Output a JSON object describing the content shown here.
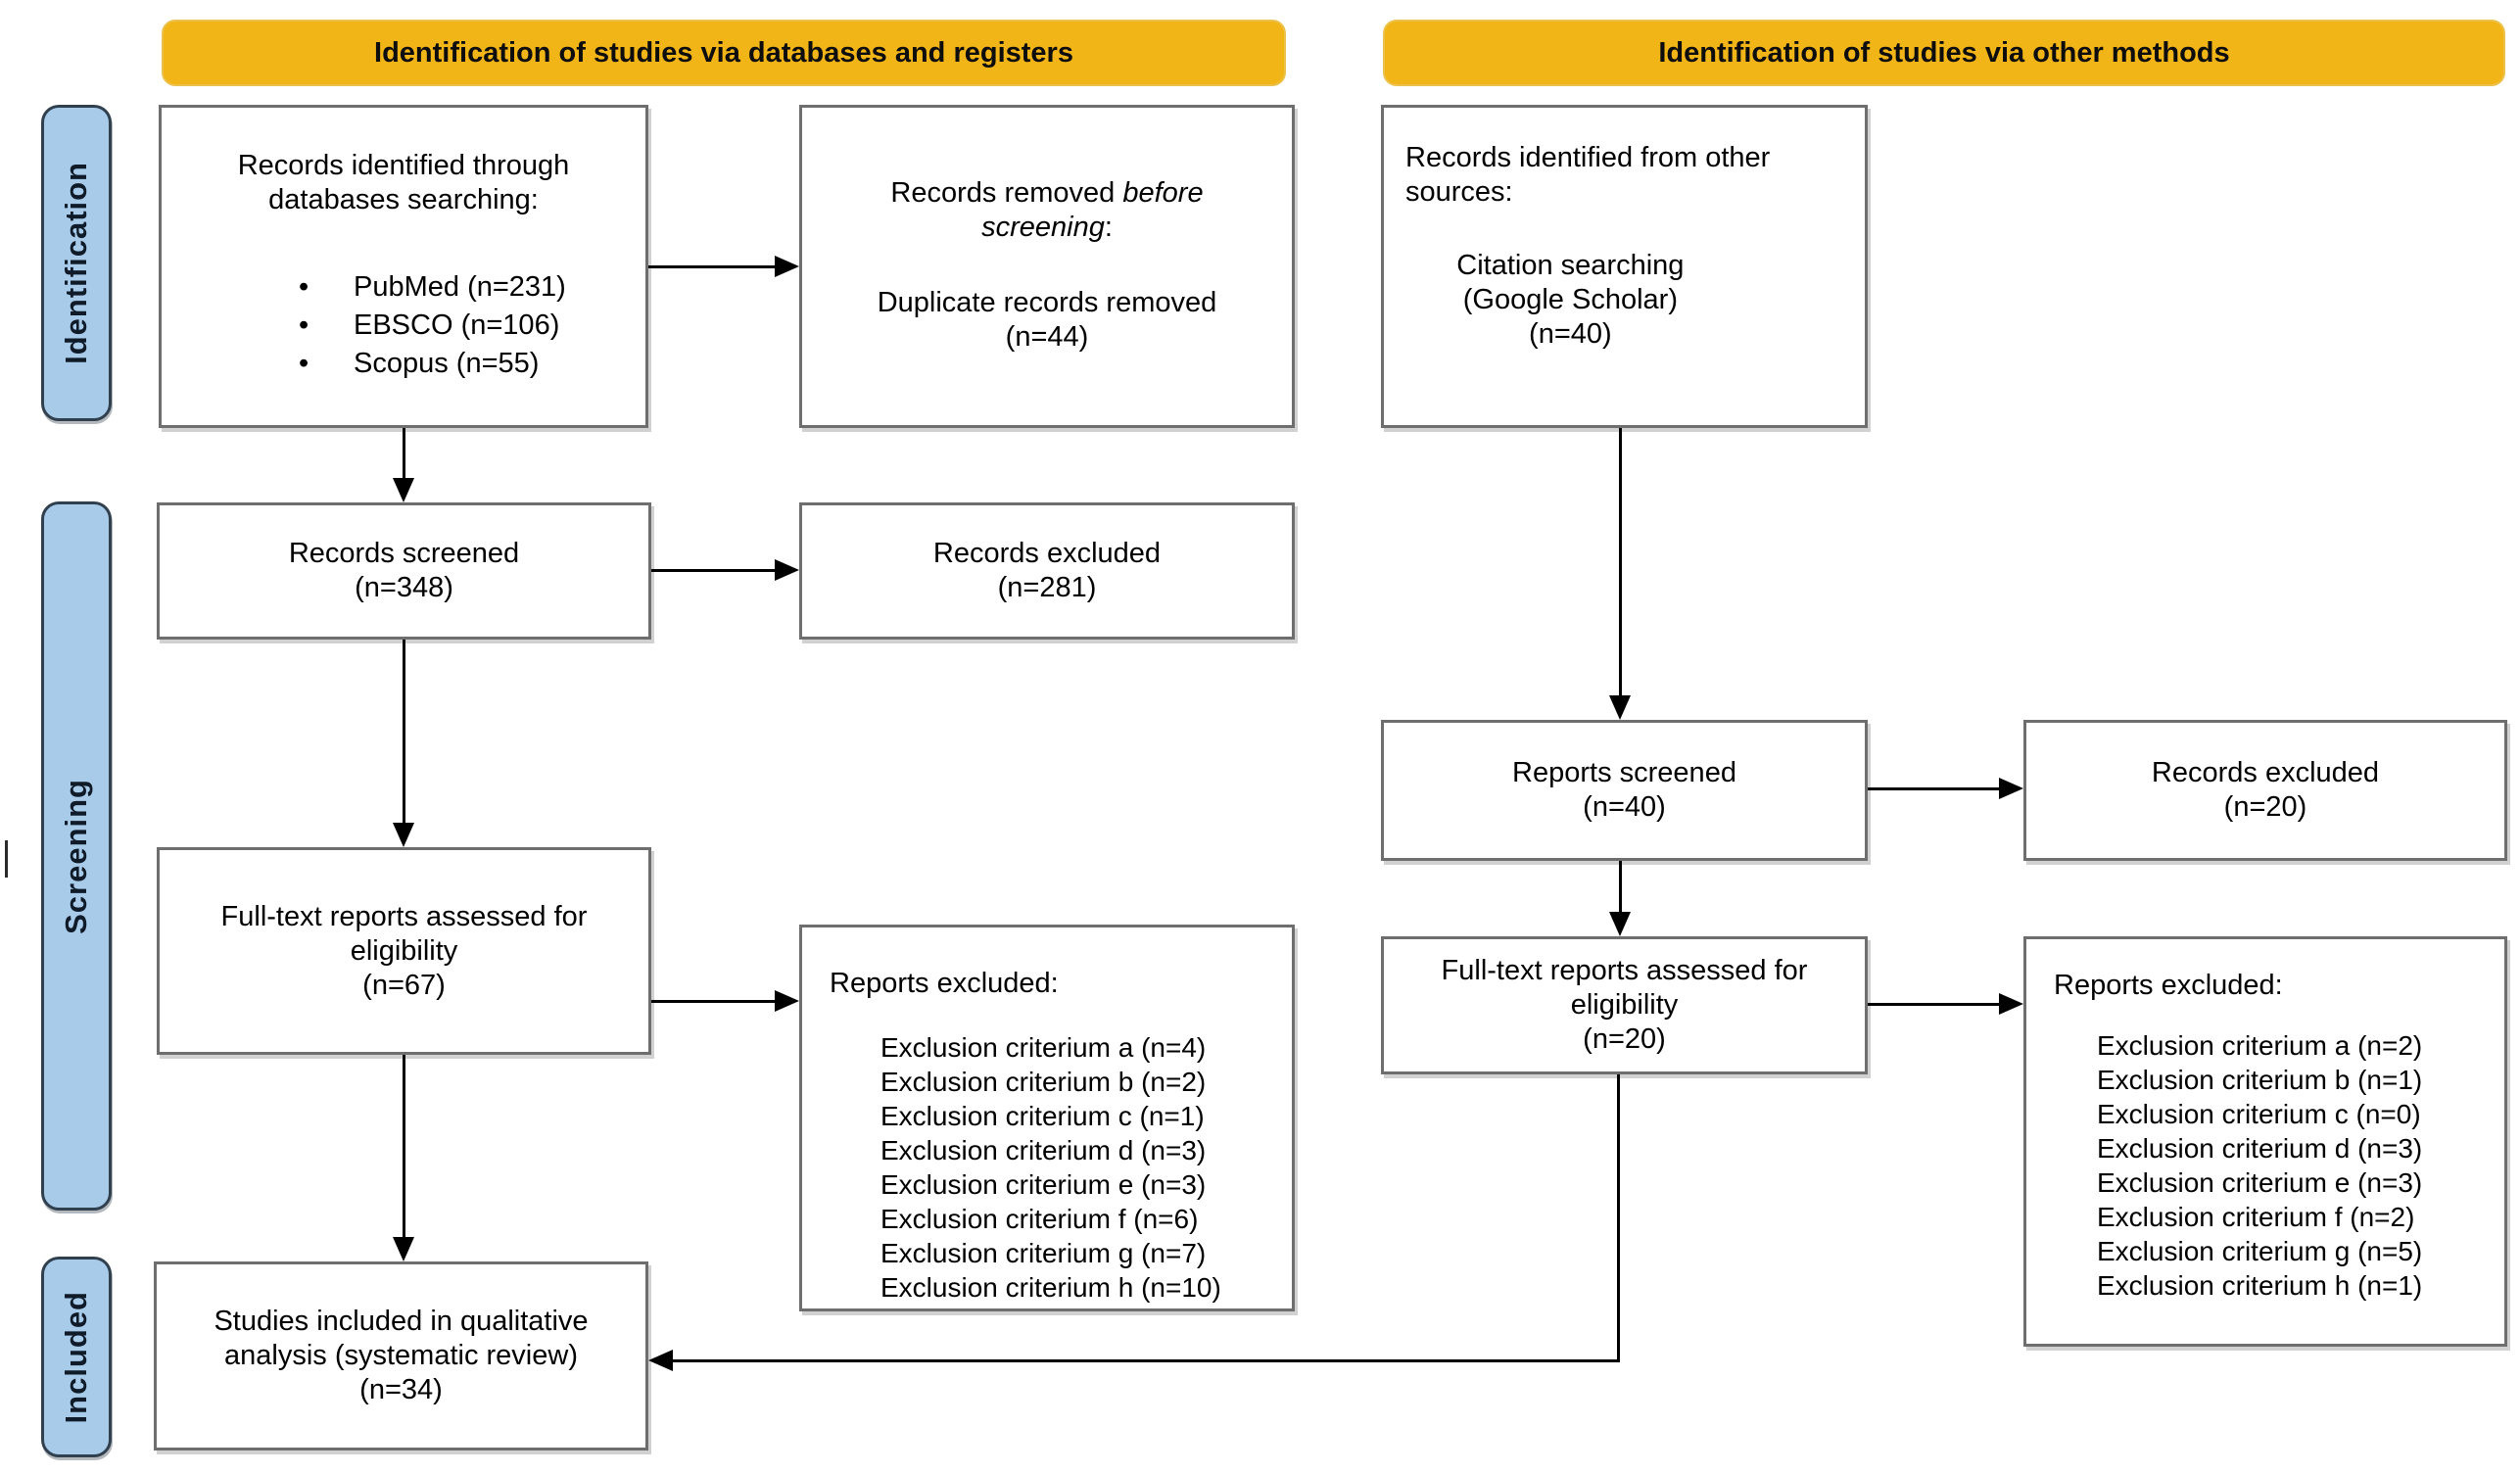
{
  "headers": {
    "left": "Identification of studies via databases and registers",
    "right": "Identification of studies via other methods"
  },
  "stages": {
    "identification": "Identification",
    "screening": "Screening",
    "included": "Included"
  },
  "colors": {
    "header_bg": "#F2B517",
    "header_border": "#ECC14B",
    "stage_bg": "#A9CBEA",
    "stage_border": "#31404E",
    "box_border": "#6E6E6E",
    "arrow": "#000000"
  },
  "boxes": {
    "db_identified": {
      "intro": [
        "Records identified through",
        "databases searching:"
      ],
      "bullets": [
        "PubMed (n=231)",
        "EBSCO (n=106)",
        "Scopus (n=55)"
      ]
    },
    "removed_before_screening": {
      "prefix": "Records removed ",
      "italic": "before screening",
      "suffix": ":",
      "detail": [
        "Duplicate records removed",
        "(n=44)"
      ]
    },
    "records_screened": {
      "lines": [
        "Records screened",
        "(n=348)"
      ]
    },
    "records_excluded_db": {
      "lines": [
        "Records excluded",
        "(n=281)"
      ]
    },
    "fulltext_db": {
      "lines": [
        "Full-text reports assessed for",
        "eligibility",
        "(n=67)"
      ]
    },
    "reports_excluded_db": {
      "title": "Reports excluded:",
      "items": [
        "Exclusion criterium a (n=4)",
        "Exclusion criterium b (n=2)",
        "Exclusion criterium c (n=1)",
        "Exclusion criterium d (n=3)",
        "Exclusion criterium e (n=3)",
        "Exclusion criterium f (n=6)",
        "Exclusion criterium g (n=7)",
        "Exclusion criterium h (n=10)"
      ]
    },
    "included_studies": {
      "lines": [
        "Studies included in qualitative",
        "analysis (systematic review)",
        "(n=34)"
      ]
    },
    "other_identified": {
      "intro": [
        "Records identified from other",
        "sources:"
      ],
      "citation": [
        "Citation searching",
        "(Google Scholar)",
        "(n=40)"
      ]
    },
    "reports_screened": {
      "lines": [
        "Reports screened",
        "(n=40)"
      ]
    },
    "records_excluded_other": {
      "lines": [
        "Records excluded",
        "(n=20)"
      ]
    },
    "fulltext_other": {
      "lines": [
        "Full-text reports assessed for",
        "eligibility",
        "(n=20)"
      ]
    },
    "reports_excluded_other": {
      "title": "Reports excluded:",
      "items": [
        "Exclusion criterium a (n=2)",
        "Exclusion criterium b (n=1)",
        "Exclusion criterium c (n=0)",
        "Exclusion criterium d (n=3)",
        "Exclusion criterium e (n=3)",
        "Exclusion criterium f (n=2)",
        "Exclusion criterium g (n=5)",
        "Exclusion criterium h (n=1)"
      ]
    }
  }
}
